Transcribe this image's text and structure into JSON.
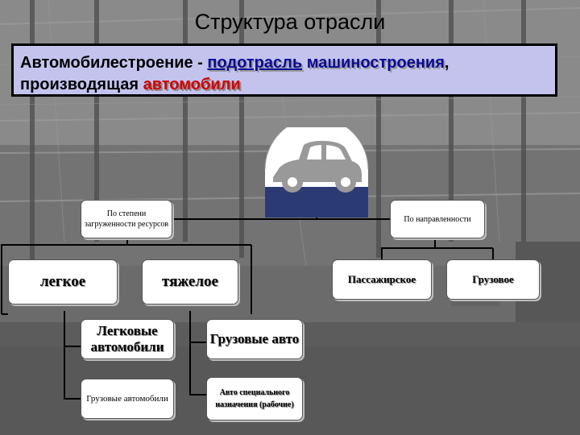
{
  "title": "Структура отрасли",
  "definition": {
    "part1": "Автомобилестроение - ",
    "part2": "подотрасль",
    "part3": " ",
    "part4": "машиностроения",
    "part5": ",",
    "part6": "производящая ",
    "part7": "автомобили"
  },
  "nodes": {
    "resources": "По степени загруженности ресурсов",
    "direction": "По направленности",
    "light": "легкое",
    "heavy": "тяжелое",
    "passenger": "Пассажирское",
    "cargo": "Грузовое",
    "cars": "Легковые автомобили",
    "trucks_small": "Грузовые автомобили",
    "trucks_big": "Грузовые авто",
    "special": "Авто специального назначения (рабочие)"
  },
  "colors": {
    "definition_bg": "#c3c3ee",
    "accent_blue": "#0a0a99",
    "accent_red": "#d30000",
    "logo_navy": "#2c3a74"
  },
  "icons": [
    "car-logo-icon"
  ]
}
